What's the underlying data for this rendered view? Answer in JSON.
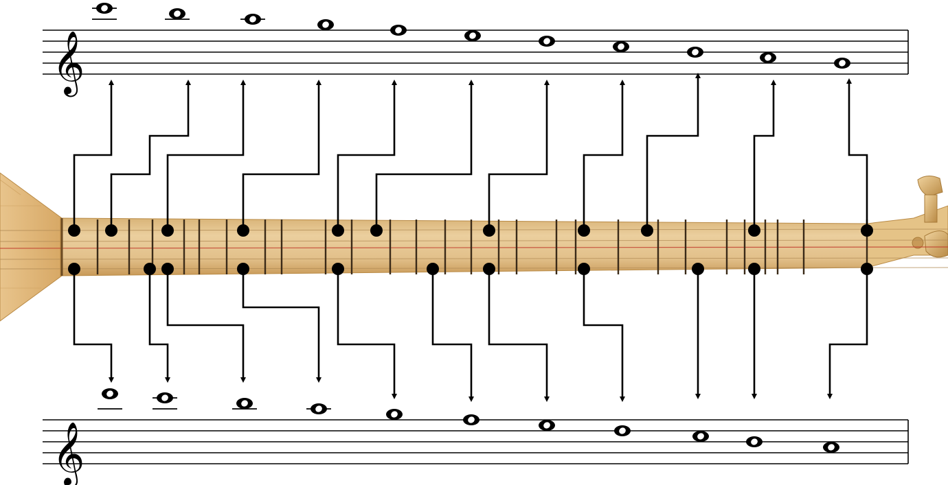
{
  "colors": {
    "ink": "#000000",
    "background": "#ffffff",
    "wood_light": "#e6c48f",
    "wood_mid": "#d7ab68",
    "wood_dark": "#b9863f",
    "soundboard": "#deb477",
    "fret": "#3a2a18",
    "string_red": "#c0392b"
  },
  "icons": {
    "staff_clef": "treble-clef-icon",
    "instrument": "saz-baglama-fretboard",
    "note_glyph": "whole-note"
  },
  "staves": {
    "top": {
      "clef": "𝄞",
      "note_count": 11
    },
    "bottom": {
      "clef": "𝄞",
      "note_count": 11
    }
  },
  "markers": {
    "upper_string_count": 11,
    "lower_string_count": 11
  }
}
